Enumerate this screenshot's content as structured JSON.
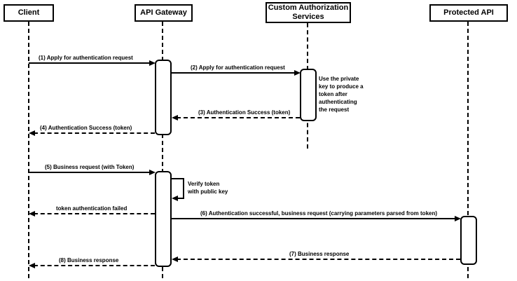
{
  "diagram": {
    "kind": "sequence-diagram",
    "participants": [
      {
        "name": "Client"
      },
      {
        "name": "API Gateway"
      },
      {
        "name": "Custom Authorization Services"
      },
      {
        "name": "Protected API"
      }
    ],
    "messages": [
      {
        "label": "(1) Apply for authentication request",
        "from": "Client",
        "to": "API Gateway",
        "line": "solid"
      },
      {
        "label": "(2) Apply for authentication request",
        "from": "API Gateway",
        "to": "Custom Authorization Services",
        "line": "solid"
      },
      {
        "label": "(3) Authentication Success (token)",
        "from": "Custom Authorization Services",
        "to": "API Gateway",
        "line": "dashed"
      },
      {
        "label": "(4) Authentication Success (token)",
        "from": "API Gateway",
        "to": "Client",
        "line": "dashed"
      },
      {
        "label": "(5) Business request (with Token)",
        "from": "Client",
        "to": "API Gateway",
        "line": "solid"
      },
      {
        "label": "Verify token\nwith public key",
        "from": "API Gateway",
        "to": "API Gateway",
        "line": "self"
      },
      {
        "label": "token authentication failed",
        "from": "API Gateway",
        "to": "Client",
        "line": "dashed"
      },
      {
        "label": "(6) Authentication successful, business request (carrying parameters parsed from token)",
        "from": "API Gateway",
        "to": "Protected API",
        "line": "solid"
      },
      {
        "label": "(7) Business response",
        "from": "Protected API",
        "to": "API Gateway",
        "line": "dashed"
      },
      {
        "label": "(8) Business response",
        "from": "API Gateway",
        "to": "Client",
        "line": "dashed"
      }
    ],
    "note": {
      "text": "Use the private\nkey to produce a\ntoken after\nauthenticating\nthe request",
      "attached_to": "Custom Authorization Services"
    },
    "colors": {
      "line": "#000000",
      "fill": "#ffffff",
      "text": "#000000"
    }
  }
}
